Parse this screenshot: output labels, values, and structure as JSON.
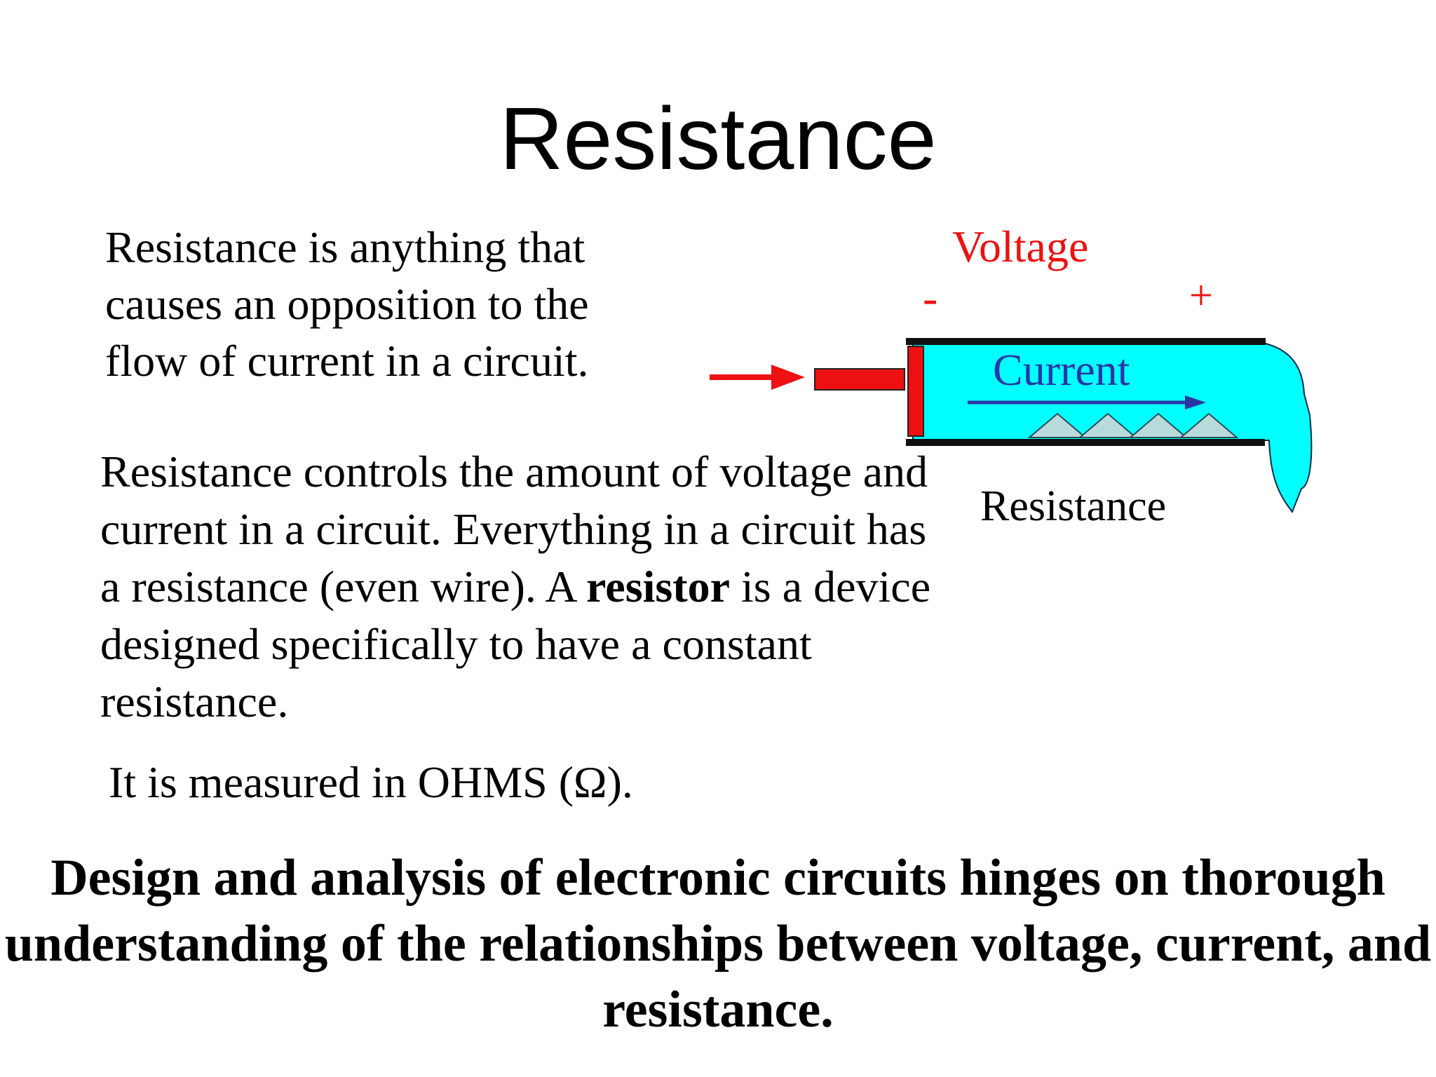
{
  "slide": {
    "title": "Resistance",
    "definition": "Resistance is anything that causes an opposition to the flow of current in a circuit.",
    "controls": {
      "before_bold": "Resistance controls the amount of voltage and current in a circuit. Everything in a circuit has a resistance (even wire).  A ",
      "bold": "resistor",
      "after_bold": " is a device designed specifically to have a constant resistance."
    },
    "measured": "It is measured in OHMS (Ω).",
    "conclusion": "Design and analysis of electronic circuits hinges on thorough understanding of the relationships between voltage, current, and resistance."
  },
  "diagram": {
    "voltage_label": "Voltage",
    "minus_sign": "-",
    "plus_sign": "+",
    "current_label": "Current",
    "resistance_label": "Resistance",
    "colors": {
      "voltage": "#ee1111",
      "current": "#2b36a6",
      "tube_fill": "#00ffff",
      "piston": "#ee1111",
      "teeth": "#b9dada"
    }
  }
}
